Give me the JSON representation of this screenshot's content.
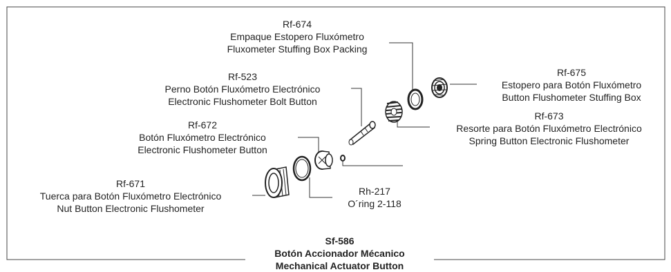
{
  "parts": {
    "rf674": {
      "code": "Rf-674",
      "es": "Empaque Estopero Fluxómetro",
      "en": "Fluxometer Stuffing Box Packing"
    },
    "rf675": {
      "code": "Rf-675",
      "es": "Estopero para Botón Fluxómetro",
      "en": "Button Flushometer Stuffing Box"
    },
    "rf523": {
      "code": "Rf-523",
      "es": "Perno Botón Fluxómetro Electrónico",
      "en": "Electronic Flushometer Bolt Button"
    },
    "rf673": {
      "code": "Rf-673",
      "es": "Resorte para Botón Fluxómetro Electrónico",
      "en": "Spring Button Electronic Flushometer"
    },
    "rf672": {
      "code": "Rf-672",
      "es": "Botón Fluxómetro Electrónico",
      "en": "Electronic Flushometer Button"
    },
    "rf671": {
      "code": "Rf-671",
      "es": "Tuerca para Botón Fluxómetro Electrónico",
      "en": "Nut Button Electronic Flushometer"
    },
    "rh217": {
      "code": "Rh-217",
      "en": "O´ring 2-118"
    }
  },
  "assembly": {
    "code": "Sf-586",
    "es": "Botón Accionador Mécanico",
    "en": "Mechanical Actuator Button"
  }
}
